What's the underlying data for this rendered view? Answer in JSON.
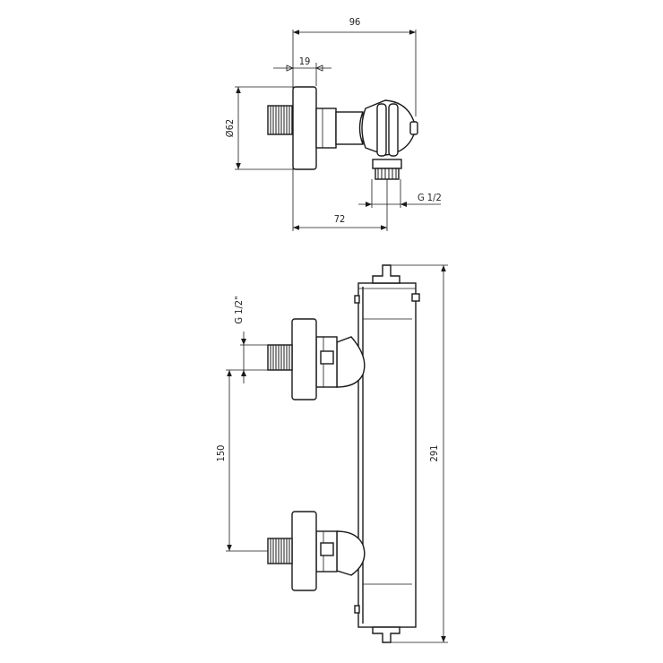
{
  "top_view": {
    "dim_total_width": "96",
    "dim_flange": "19",
    "dim_diameter": "Ø62",
    "dim_outlet_offset": "72",
    "dim_outlet_thread": "G 1/2"
  },
  "front_view": {
    "dim_inlet_thread": "G 1/2\"",
    "dim_inlet_spacing": "150",
    "dim_total_height": "291"
  }
}
